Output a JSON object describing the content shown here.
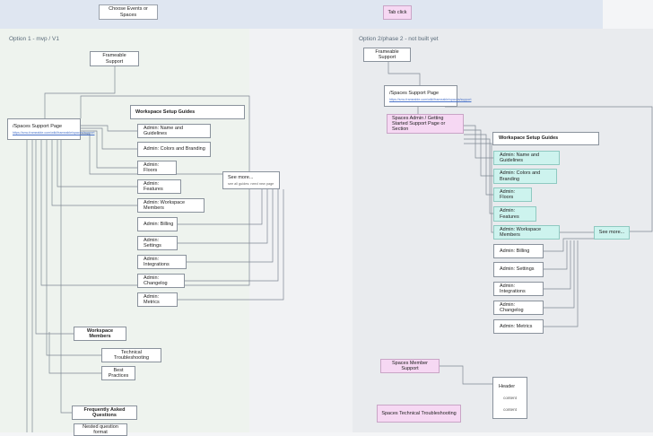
{
  "top": {
    "choose": "Choose Events or Spaces",
    "tab": "Tab click"
  },
  "left": {
    "label": "Option 1 - mvp / V1",
    "frameable": "Frameable Support",
    "spaces_page": "/Spaces Support Page",
    "spaces_url": "https://smc.frameable.com/wiki/frameable/spaces/support",
    "setup_guides": "Workspace Setup Guides",
    "items": [
      "Admin: Name and Guidelines",
      "Admin: Colors and Branding",
      "Admin: Floors",
      "Admin: Features",
      "Admin: Workspace Members",
      "Admin: Billing",
      "Admin: Settings",
      "Admin: Integrations",
      "Admin: Changelog",
      "Admin: Metrics"
    ],
    "see_more": "See more...",
    "see_more_sub": "see all guides: need new page",
    "members": "Workspace Members",
    "tech": "Technical Troubleshooting",
    "best": "Best Practices",
    "faq": "Frequently Asked Questions",
    "nested": "Nested question format"
  },
  "right": {
    "label": "Option  2/phase 2 - not built yet",
    "frameable": "Frameable Support",
    "spaces_page": "/Spaces Support Page",
    "spaces_url": "https://smc.frameable.com/wiki/frameable/spaces/support",
    "admin_start": "Spaces Admin / Getting Started Support Page or Section",
    "setup_guides": "Workspace Setup Guides",
    "items": [
      "Admin: Name and Guidelines",
      "Admin: Colors and Branding",
      "Admin: Floors",
      "Admin: Features",
      "Admin: Workspace Members",
      "Admin: Billing",
      "Admin: Settings",
      "Admin: Integrations",
      "Admin: Changelog",
      "Admin: Metrics"
    ],
    "see_more": "See more...",
    "member_support": "Spaces Member Support",
    "tech": "Spaces Technical Troubleshooting",
    "header": "Header",
    "content1": "content",
    "content2": "content"
  }
}
